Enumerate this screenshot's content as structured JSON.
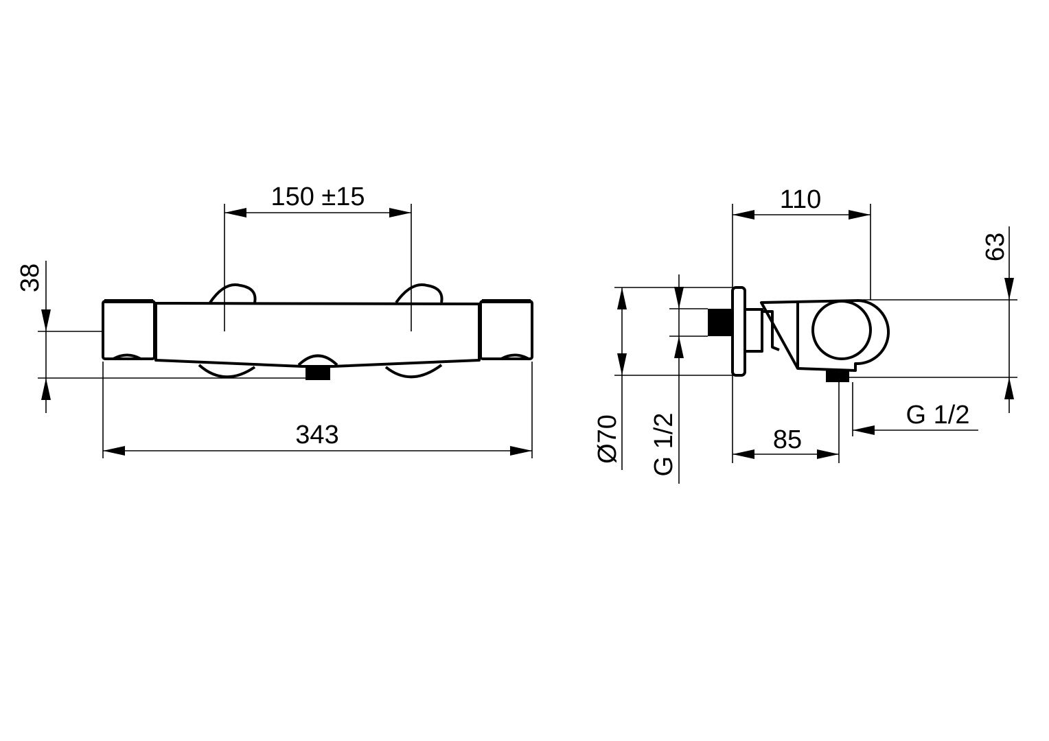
{
  "front_view": {
    "dim_inlet_spacing": "150 ±15",
    "dim_height": "38",
    "dim_length": "343"
  },
  "side_view": {
    "dim_projection": "110",
    "dim_rosette_diameter": "Ø70",
    "dim_inlet_thread": "G 1/2",
    "dim_outlet_offset": "85",
    "dim_outlet_thread": "G 1/2",
    "dim_height": "63"
  }
}
